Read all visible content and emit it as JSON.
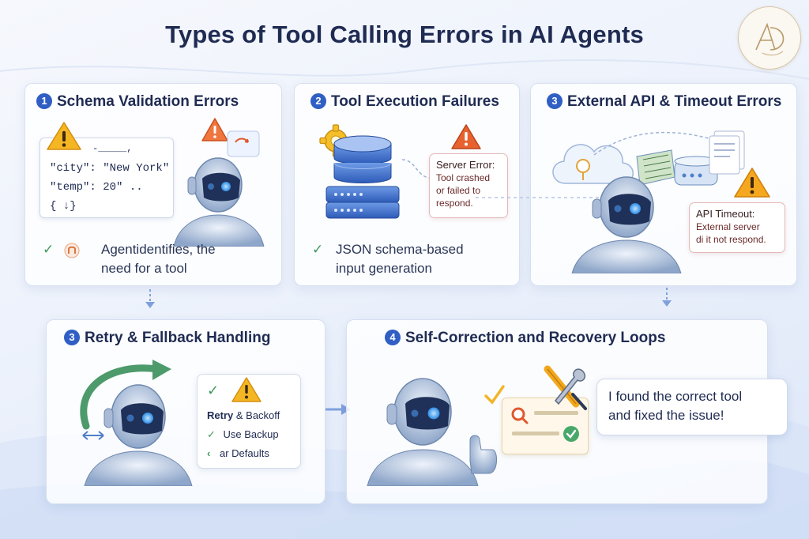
{
  "title": "Types of Tool Calling Errors in AI Agents",
  "colors": {
    "accent": "#2f5ec4",
    "warning": "#f2a81d",
    "error": "#e0582f",
    "success": "#3e9b5b",
    "robot_glow": "#4aa8ff"
  },
  "cards": {
    "schema": {
      "number": "1",
      "title": "Schema Validation Errors",
      "code": {
        "line1": "-_____,",
        "line2": "\"city\": \"New York\"",
        "line3": "\"temp\": 20\"   ..",
        "line4": "{               ↓}"
      },
      "footer": "Agentidentifies, the need for a tool",
      "footer_line1": "Agentidentifies, the",
      "footer_line2": "need for a tool"
    },
    "execution": {
      "number": "2",
      "title": "Tool Execution Failures",
      "error_title": "Server Error:",
      "error_line1": "Tool crashed",
      "error_line2": "or failed to",
      "error_line3": "respond.",
      "footer_line1": "JSON schema-based",
      "footer_line2": "input generation"
    },
    "api": {
      "number": "3",
      "title": "External API & Timeout Errors",
      "error_title": "API Timeout:",
      "error_line1": "External server",
      "error_line2": "di it not respond."
    },
    "retry": {
      "number": "3",
      "title": "Retry & Fallback Handling",
      "box_title_bold": "Retry",
      "box_title_rest": " & Backoff",
      "item1": "Use Backup",
      "item2": "ar Defaults"
    },
    "selfcorrect": {
      "number": "4",
      "title": "Self-Correction and Recovery Loops",
      "speech_line1": "I found the correct tool",
      "speech_line2": "and fixed the issue!"
    }
  },
  "icons": [
    "warning-icon",
    "gear-icon",
    "database-icon",
    "server-icon",
    "cloud-icon",
    "document-icon",
    "check-icon",
    "tools-icon",
    "magnifier-icon",
    "robot-icon",
    "arrow-down-icon",
    "arrow-right-icon",
    "refresh-arrow-icon"
  ]
}
